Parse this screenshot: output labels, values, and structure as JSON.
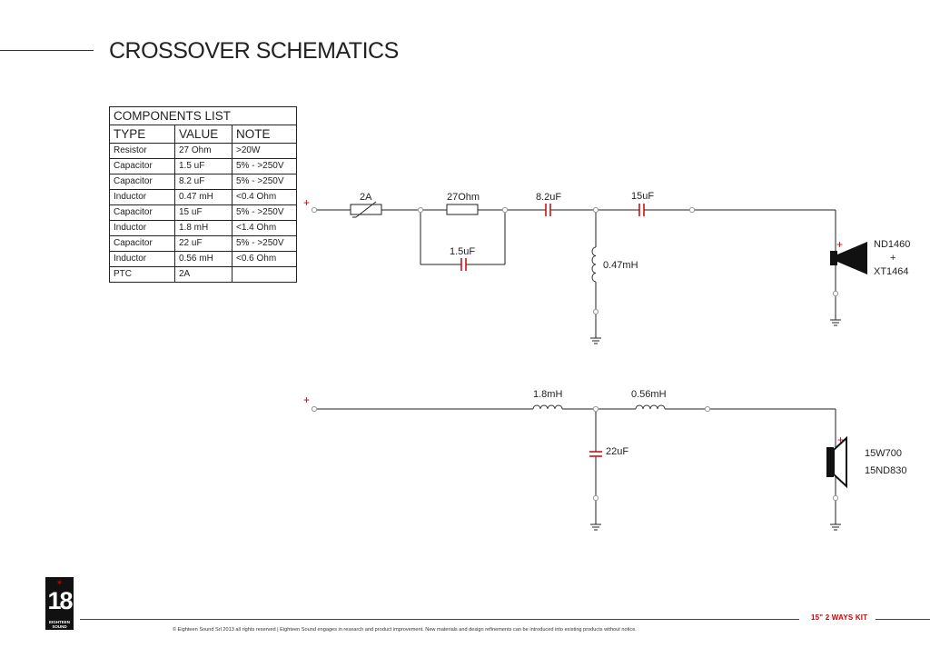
{
  "page": {
    "title": "CROSSOVER SCHEMATICS"
  },
  "components_table": {
    "caption": "COMPONENTS LIST",
    "headers": [
      "TYPE",
      "VALUE",
      "NOTE"
    ],
    "rows": [
      [
        "Resistor",
        "27 Ohm",
        ">20W"
      ],
      [
        "Capacitor",
        "1.5 uF",
        "5% - >250V"
      ],
      [
        "Capacitor",
        "8.2 uF",
        "5% - >250V"
      ],
      [
        "Inductor",
        "0.47 mH",
        "<0.4 Ohm"
      ],
      [
        "Capacitor",
        "15 uF",
        "5% - >250V"
      ],
      [
        "Inductor",
        "1.8 mH",
        "<1.4 Ohm"
      ],
      [
        "Capacitor",
        "22 uF",
        "5% - >250V"
      ],
      [
        "Inductor",
        "0.56 mH",
        "<0.6 Ohm"
      ],
      [
        "PTC",
        "2A",
        ""
      ]
    ]
  },
  "high_circuit": {
    "input_polarity": "+",
    "ptc_label": "2A",
    "resistor_label": "27Ohm",
    "bypass_cap_label": "1.5uF",
    "cap1_label": "8.2uF",
    "cap2_label": "15uF",
    "shunt_inductor_label": "0.47mH",
    "driver_polarity": "+",
    "driver_model_1": "ND1460",
    "driver_join": "+",
    "driver_model_2": "XT1464"
  },
  "low_circuit": {
    "input_polarity": "+",
    "inductor1_label": "1.8mH",
    "inductor2_label": "0.56mH",
    "shunt_cap_label": "22uF",
    "driver_polarity": "+",
    "driver_model_1": "15W700",
    "driver_model_2": "15ND830"
  },
  "footer": {
    "kit_name": "15\" 2 WAYS KIT",
    "copyright": "© Eighteen Sound Srl 2013 all rights reserved | Eighteen Sound engages in research and product improvement. New materials and design refinements can be introduced into existing products without notice.",
    "logo_number": "18",
    "logo_text_1": "EIGHTEEN",
    "logo_text_2": "SOUND"
  },
  "colors": {
    "accent": "#cc0000",
    "line": "#222222",
    "node": "#999999"
  }
}
